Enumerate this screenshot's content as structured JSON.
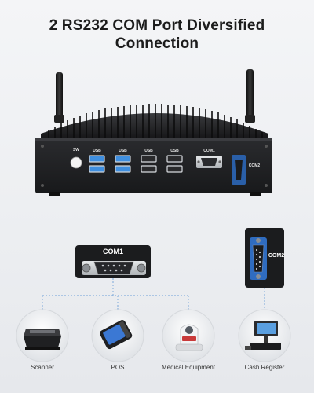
{
  "headline": {
    "line1": "2 RS232 COM Port Diversified",
    "line2": "Connection"
  },
  "device_panel": {
    "sw_label": "SW",
    "usb_labels": [
      "USB",
      "USB",
      "USB",
      "USB"
    ],
    "com1_label": "COM1",
    "com2_label": "COM2"
  },
  "callouts": {
    "com1": "COM1",
    "com2": "COM2"
  },
  "devices": [
    {
      "label": "Scanner",
      "icon": "scanner-icon"
    },
    {
      "label": "POS",
      "icon": "pos-terminal-icon"
    },
    {
      "label": "Medical Equipment",
      "icon": "medical-device-icon"
    },
    {
      "label": "Cash Register",
      "icon": "cash-register-icon"
    }
  ],
  "colors": {
    "accent": "#4a8bd8",
    "device_body": "#1b1c1e",
    "usb_blue": "#3f8fe0",
    "connector_line": "#6fa0d8"
  }
}
